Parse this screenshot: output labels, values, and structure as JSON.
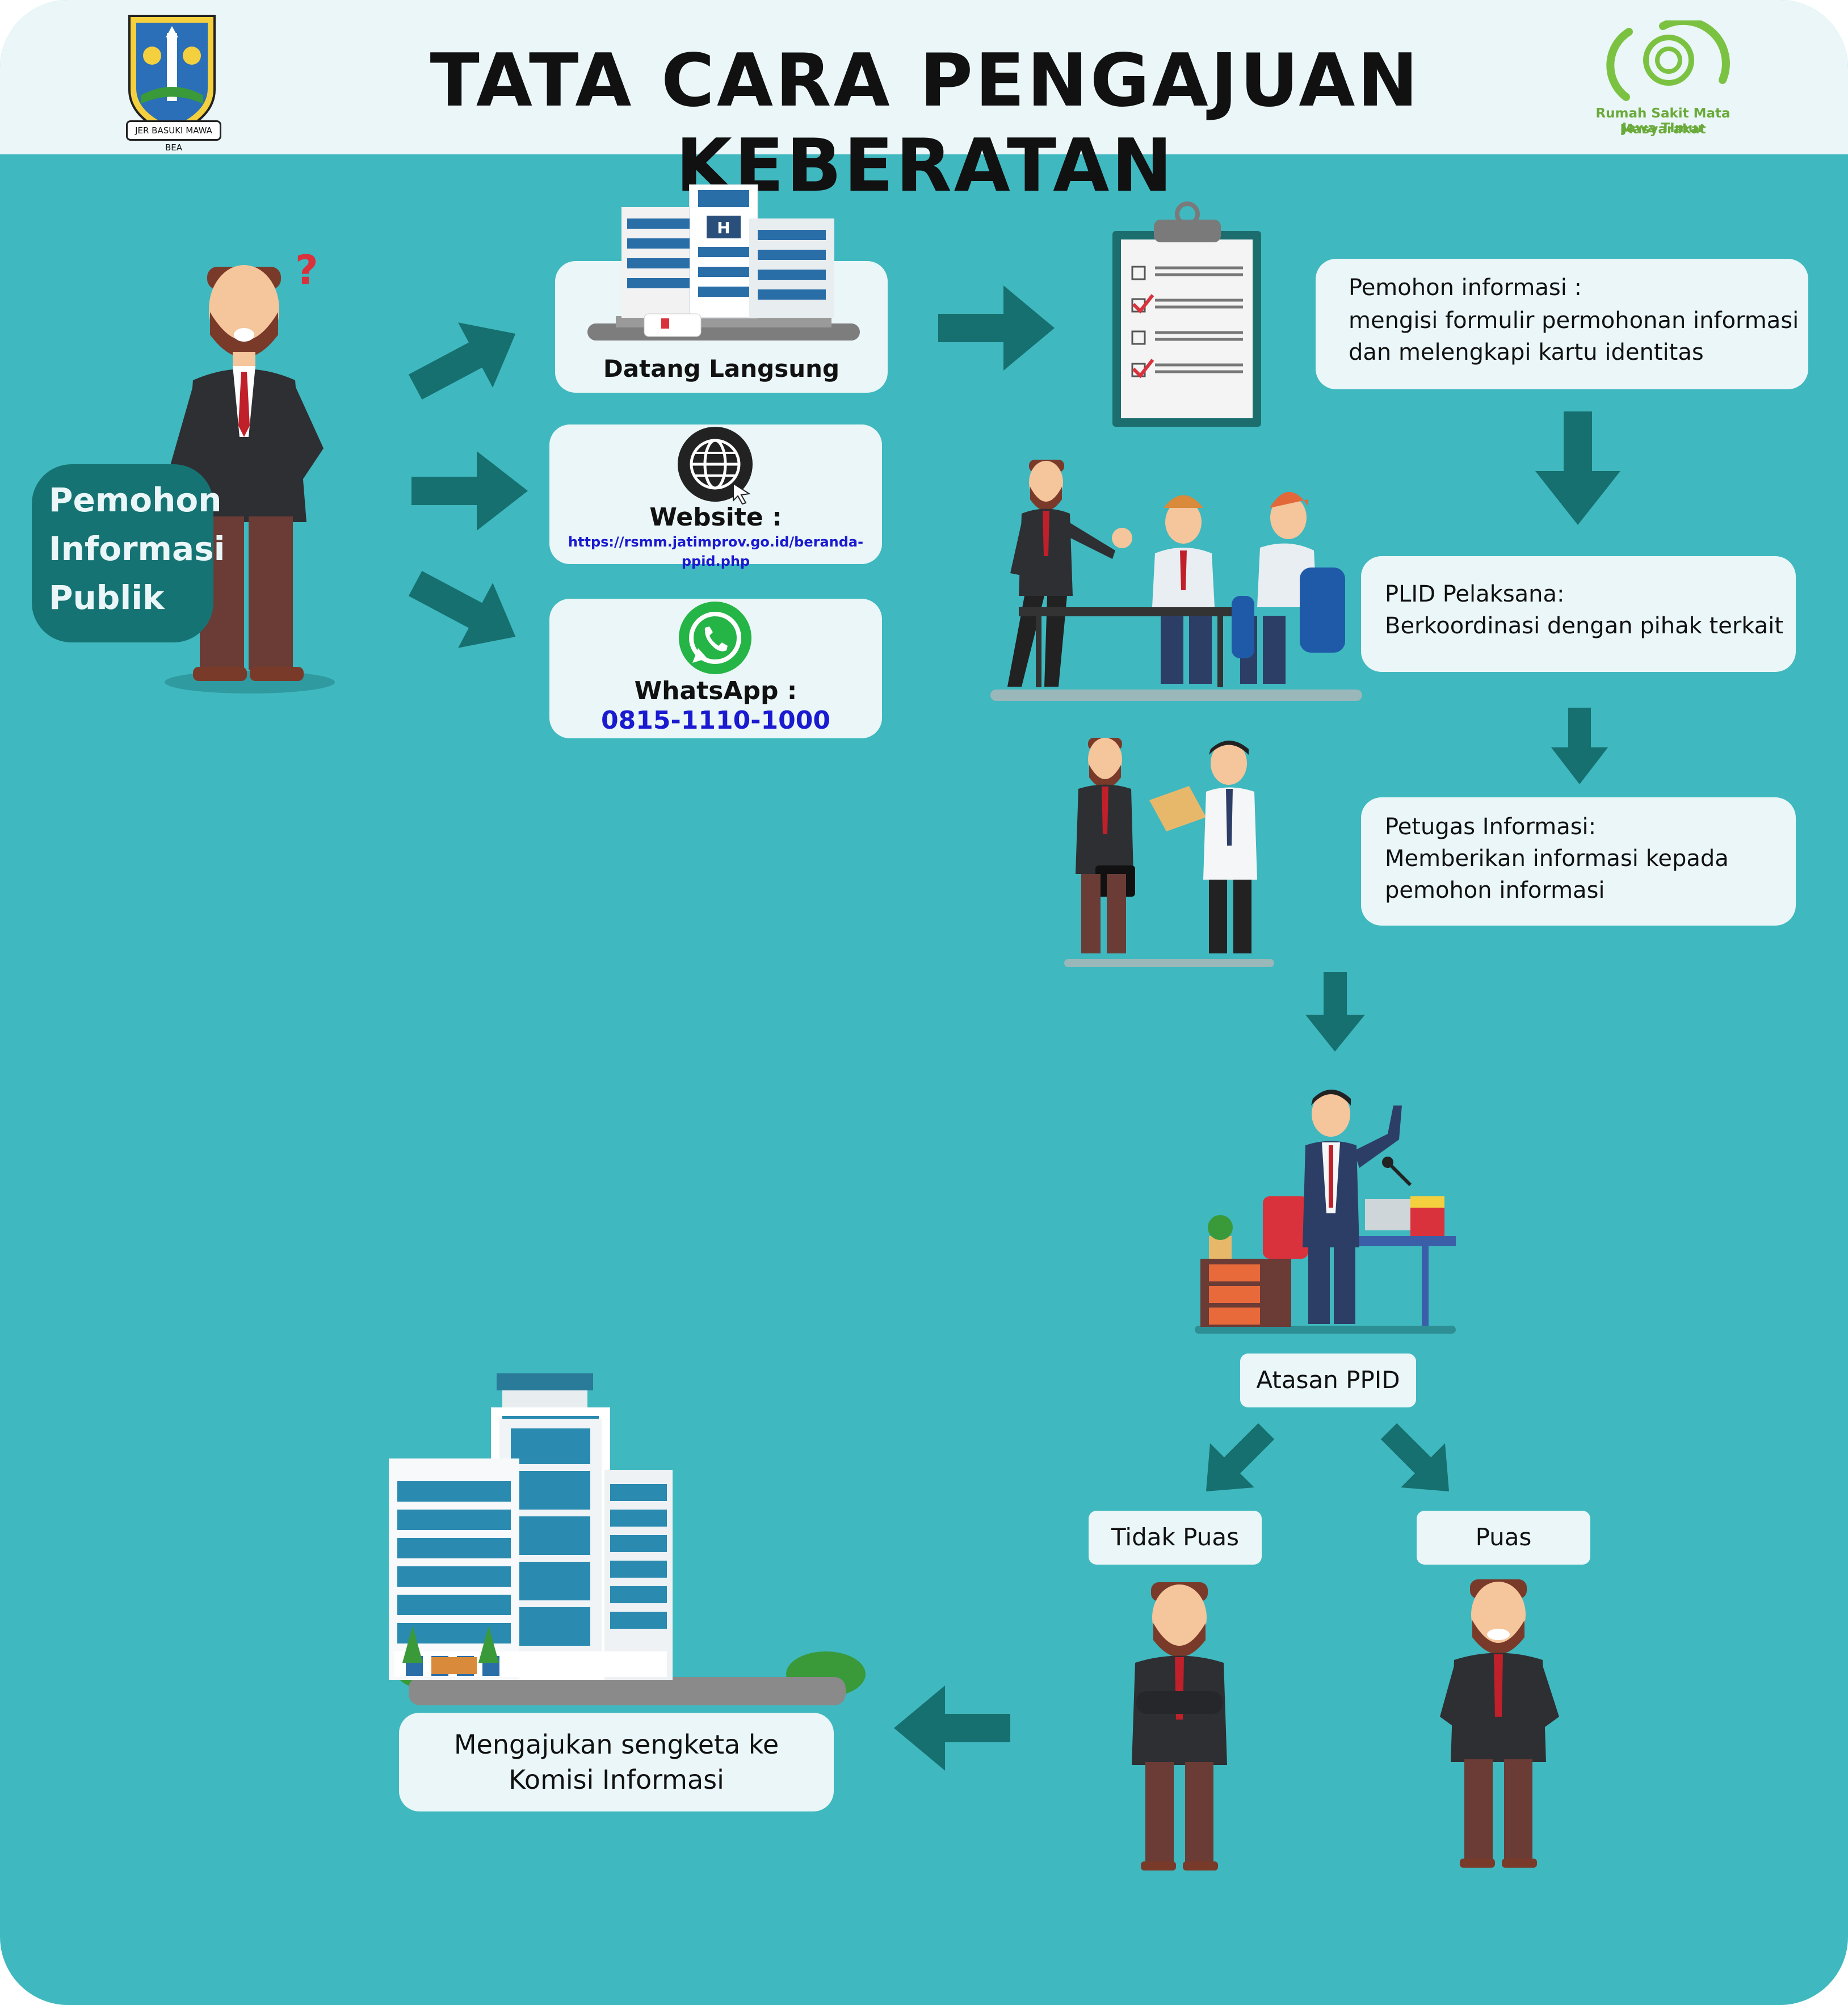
{
  "header": {
    "title": "TATA CARA PENGAJUAN KEBERATAN",
    "left_logo": {
      "icon": "jawa-timur-crest-icon",
      "motto": "JER BASUKI MAWA BEA"
    },
    "right_logo": {
      "icon": "rsmm-eye-logo-icon",
      "name_line1": "Rumah Sakit Mata Masyarakat",
      "name_line2": "Jawa TImur"
    }
  },
  "requester": {
    "label_line1": "Pemohon",
    "label_line2": "Informasi",
    "label_line3": "Publik"
  },
  "channels": {
    "datang": {
      "label": "Datang Langsung"
    },
    "website": {
      "label": "Website :",
      "url": "https://rsmm.jatimprov.go.id/beranda-ppid.php"
    },
    "whatsapp": {
      "label": "WhatsApp :",
      "number": "0815-1110-1000"
    }
  },
  "steps": {
    "pemohon": {
      "title": "Pemohon informasi :",
      "line1": "mengisi formulir permohonan informasi",
      "line2": "dan melengkapi kartu identitas"
    },
    "plid": {
      "title": "PLID Pelaksana:",
      "line1": "Berkoordinasi dengan pihak terkait"
    },
    "petugas": {
      "title": "Petugas Informasi:",
      "line1": "Memberikan informasi kepada",
      "line2": "pemohon informasi"
    },
    "atasan": {
      "label": "Atasan PPID"
    },
    "tidak_puas": {
      "label": "Tidak Puas"
    },
    "puas": {
      "label": "Puas"
    },
    "komisi": {
      "line1": "Mengajukan sengketa ke",
      "line2": "Komisi Informasi"
    }
  },
  "colors": {
    "background": "#3fb8bf",
    "header": "#eaf6f7",
    "box": "#eaf6f7",
    "arrow": "#16706f",
    "requester_box": "#167373",
    "link": "#1a1ad0",
    "logo_green": "#7cc242"
  }
}
